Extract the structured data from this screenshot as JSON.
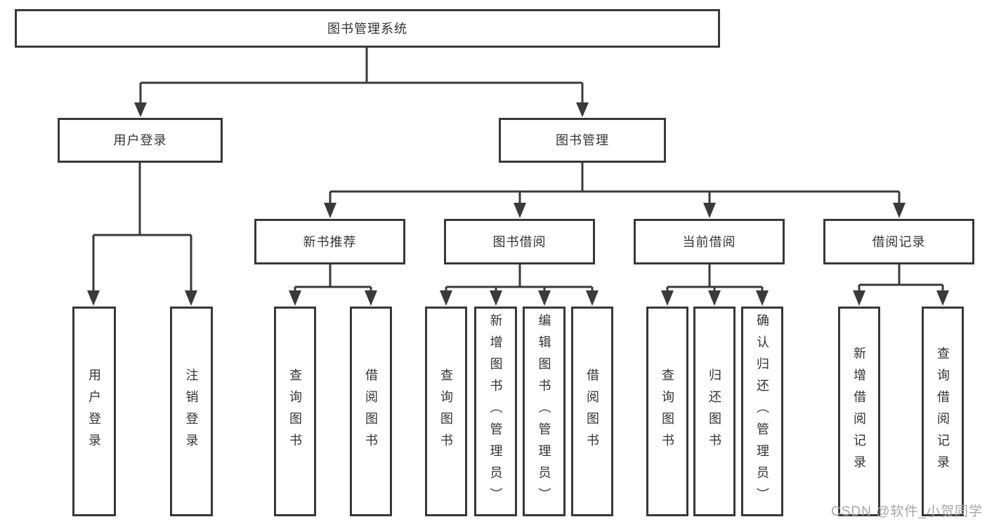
{
  "tree": {
    "label": "图书管理系统",
    "children": [
      {
        "label": "用户登录",
        "children": [
          {
            "label": "用户登录"
          },
          {
            "label": "注销登录"
          }
        ]
      },
      {
        "label": "图书管理",
        "children": [
          {
            "label": "新书推荐",
            "children": [
              {
                "label": "查询图书"
              },
              {
                "label": "借阅图书"
              }
            ]
          },
          {
            "label": "图书借阅",
            "children": [
              {
                "label": "查询图书"
              },
              {
                "label": "新增图书（管理员）"
              },
              {
                "label": "编辑图书（管理员）"
              },
              {
                "label": "借阅图书"
              }
            ]
          },
          {
            "label": "当前借阅",
            "children": [
              {
                "label": "查询图书"
              },
              {
                "label": "归还图书"
              },
              {
                "label": "确认归还（管理员）"
              }
            ]
          },
          {
            "label": "借阅记录",
            "children": [
              {
                "label": "新增借阅记录"
              },
              {
                "label": "查询借阅记录"
              }
            ]
          }
        ]
      }
    ]
  },
  "watermark": {
    "text": "CSDN @软件_小贺同学"
  },
  "colors": {
    "line": "#3a3a3a",
    "box_border": "#383838",
    "text": "#333333",
    "watermark": "#a6a6a6",
    "background": "#ffffff"
  }
}
